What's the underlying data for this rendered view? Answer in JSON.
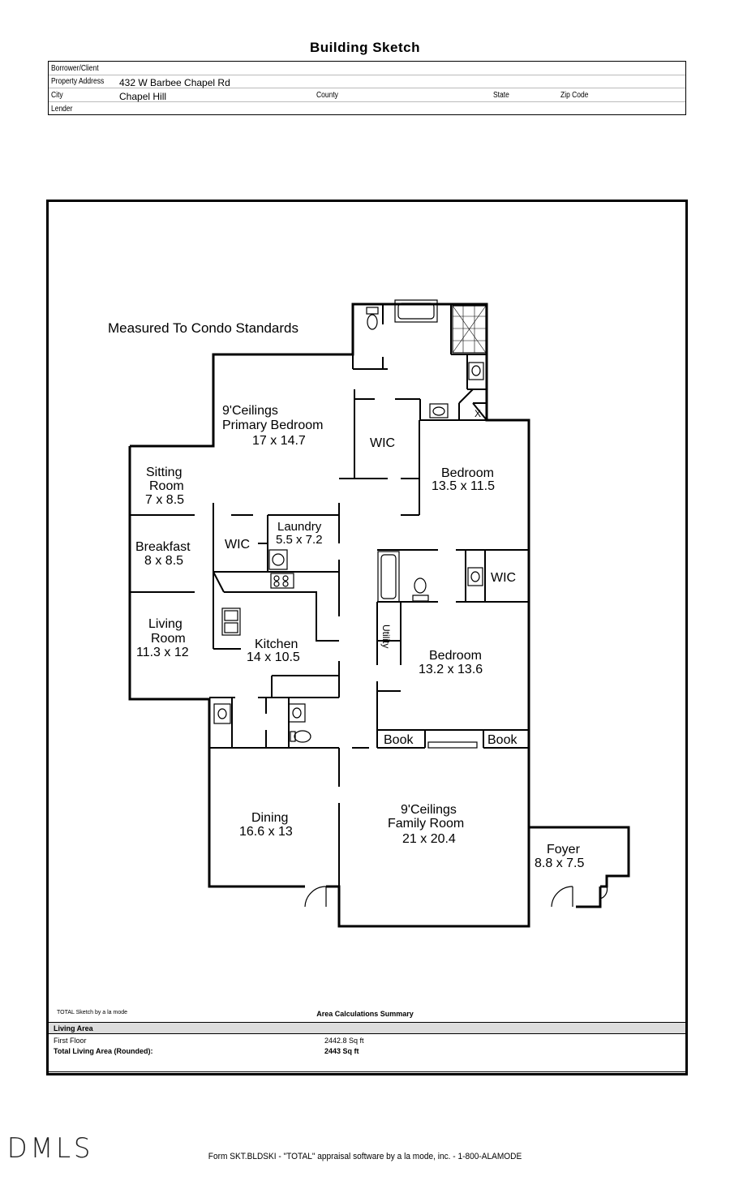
{
  "title": "Building Sketch",
  "header": {
    "borrower_label": "Borrower/Client",
    "borrower_value": "",
    "address_label": "Property Address",
    "address_value": "432 W Barbee Chapel Rd",
    "city_label": "City",
    "city_value": "Chapel Hill",
    "county_label": "County",
    "state_label": "State",
    "zip_label": "Zip Code",
    "lender_label": "Lender"
  },
  "sketch": {
    "note": "Measured To Condo Standards",
    "primary_ceiling": "9'Ceilings",
    "primary_name": "Primary Bedroom",
    "primary_dim": "17 x 14.7",
    "wic1": "WIC",
    "bed1_name": "Bedroom",
    "bed1_dim": "13.5 x 11.5",
    "sitting_name1": "Sitting",
    "sitting_name2": "Room",
    "sitting_dim": "7 x 8.5",
    "laundry_name": "Laundry",
    "laundry_dim": "5.5 x 7.2",
    "breakfast_name": "Breakfast",
    "breakfast_dim": "8 x 8.5",
    "wic2": "WIC",
    "wic3": "WIC",
    "utility": "Utility",
    "living_name1": "Living",
    "living_name2": "Room",
    "living_dim": "11.3 x 12",
    "kitchen_name": "Kitchen",
    "kitchen_dim": "14 x 10.5",
    "bed2_name": "Bedroom",
    "bed2_dim": "13.2 x 13.6",
    "book1": "Book",
    "book2": "Book",
    "dining_name": "Dining",
    "dining_dim": "16.6 x 13",
    "family_ceiling": "9'Ceilings",
    "family_name": "Family Room",
    "family_dim": "21 x 20.4",
    "foyer_name": "Foyer",
    "foyer_dim": "8.8 x 7.5",
    "x_mark": "X"
  },
  "credit": "TOTAL Sketch by a la mode",
  "summary": {
    "title": "Area Calculations Summary",
    "header": "Living Area",
    "row1_label": "First Floor",
    "row1_value": "2442.8 Sq ft",
    "row2_label": "Total Living Area (Rounded):",
    "row2_value": "2443 Sq ft"
  },
  "watermark": "DMLS",
  "footer": "Form SKT.BLDSKI - \"TOTAL\" appraisal software by a la mode, inc. - 1-800-ALAMODE"
}
